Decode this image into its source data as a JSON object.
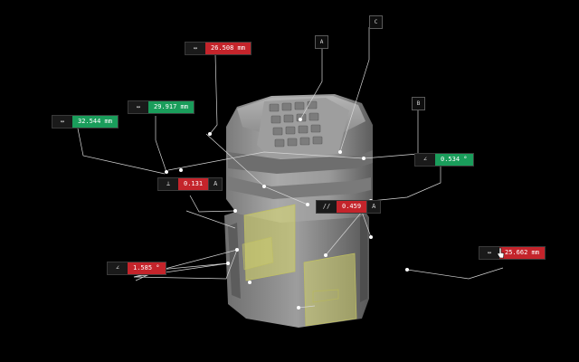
{
  "colors": {
    "background": "#000000",
    "leader_line": "#d6d6d6",
    "tolerance_ok": "#1a9d5b",
    "tolerance_fail": "#c4242b",
    "highlight_face": "#d8d86a"
  },
  "datums": [
    {
      "id": "datum-a",
      "label": "A"
    },
    {
      "id": "datum-b",
      "label": "B"
    },
    {
      "id": "datum-c",
      "label": "C"
    }
  ],
  "annotations": [
    {
      "id": "measure-distance-1",
      "symbol": "↔",
      "value": "26.508 mm",
      "status": "fail",
      "icon": "distance-icon"
    },
    {
      "id": "measure-distance-2",
      "symbol": "↔",
      "value": "29.917 mm",
      "status": "pass",
      "icon": "distance-icon"
    },
    {
      "id": "measure-distance-3",
      "symbol": "↔",
      "value": "32.544 mm",
      "status": "pass",
      "icon": "distance-icon"
    },
    {
      "id": "measure-perpendicularity",
      "symbol": "⊥",
      "value": "0.131",
      "status": "fail",
      "datum": "A",
      "icon": "perpendicularity-icon"
    },
    {
      "id": "measure-angle-1",
      "symbol": "∠",
      "value": "0.534 °",
      "status": "pass",
      "icon": "angle-icon"
    },
    {
      "id": "measure-parallelism",
      "symbol": "//",
      "value": "0.459",
      "status": "fail",
      "datum": "A",
      "icon": "parallelism-icon"
    },
    {
      "id": "measure-angle-2",
      "symbol": "∠",
      "value": "1.585 °",
      "status": "fail",
      "icon": "angle-icon"
    },
    {
      "id": "measure-distance-4",
      "symbol": "↔",
      "value": "25.662 mm",
      "status": "fail",
      "icon": "distance-icon"
    }
  ]
}
